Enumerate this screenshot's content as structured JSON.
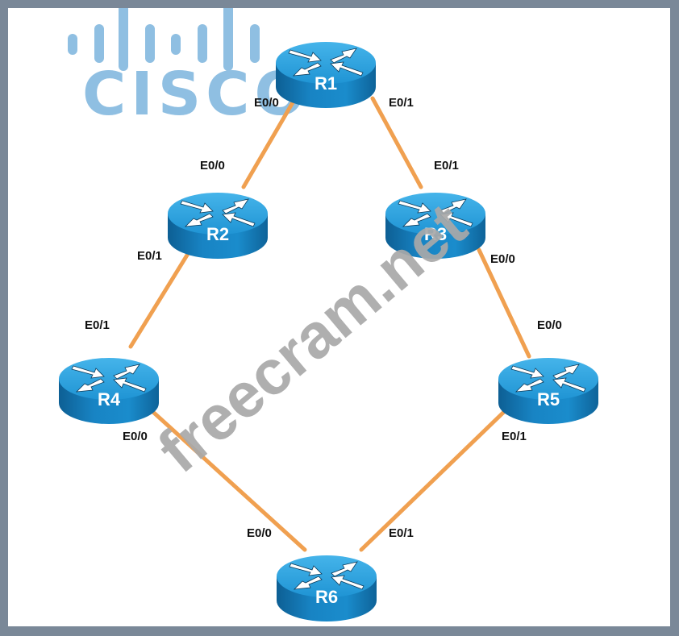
{
  "logo": {
    "text": "CISCO",
    "color": "#8fbfe2"
  },
  "watermark": {
    "text": "freecram.net",
    "color": "#a9a9a9"
  },
  "colors": {
    "frame": "#7a8898",
    "background": "#ffffff",
    "link": "#f0a050",
    "router_top": "#2fa3de",
    "router_side": "#1478b4",
    "label_text": "#111111"
  },
  "routers": [
    {
      "id": "R1",
      "label": "R1"
    },
    {
      "id": "R2",
      "label": "R2"
    },
    {
      "id": "R3",
      "label": "R3"
    },
    {
      "id": "R4",
      "label": "R4"
    },
    {
      "id": "R5",
      "label": "R5"
    },
    {
      "id": "R6",
      "label": "R6"
    }
  ],
  "links": [
    {
      "from": "R1",
      "from_iface": "E0/0",
      "to": "R2",
      "to_iface": "E0/0"
    },
    {
      "from": "R1",
      "from_iface": "E0/1",
      "to": "R3",
      "to_iface": "E0/1"
    },
    {
      "from": "R2",
      "from_iface": "E0/1",
      "to": "R4",
      "to_iface": "E0/1"
    },
    {
      "from": "R3",
      "from_iface": "E0/0",
      "to": "R5",
      "to_iface": "E0/0"
    },
    {
      "from": "R4",
      "from_iface": "E0/0",
      "to": "R6",
      "to_iface": "E0/0"
    },
    {
      "from": "R5",
      "from_iface": "E0/1",
      "to": "R6",
      "to_iface": "E0/1"
    }
  ]
}
